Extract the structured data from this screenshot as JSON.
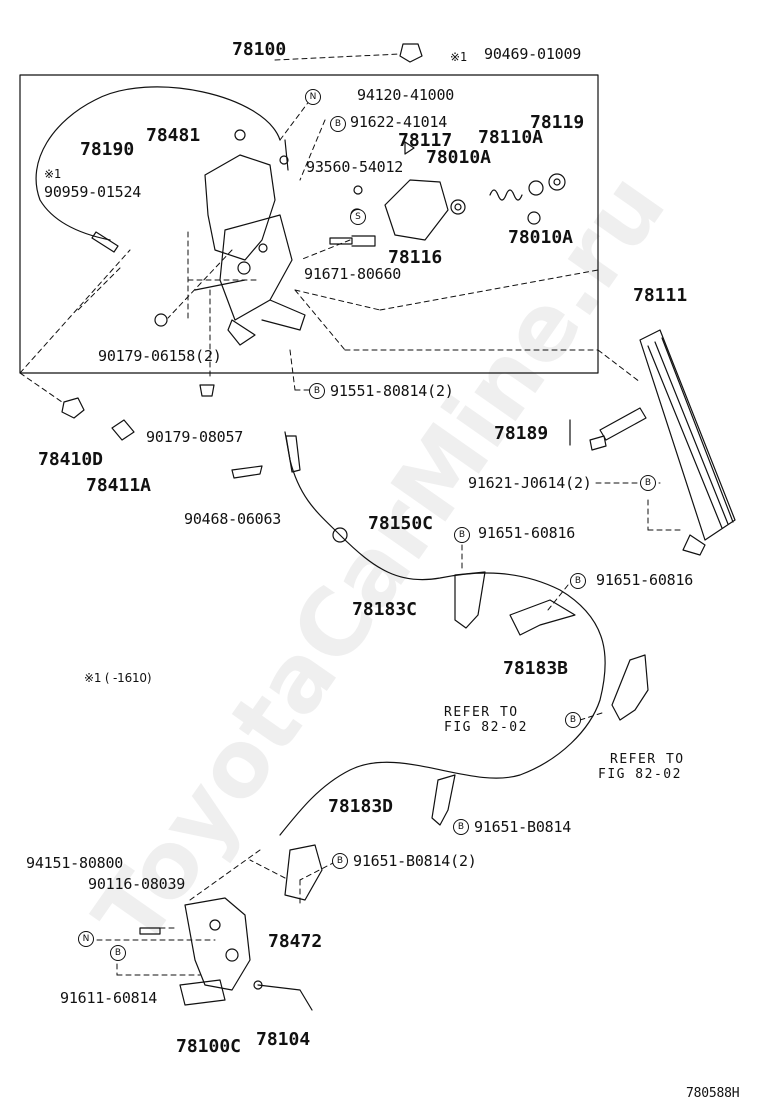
{
  "watermark": "ToyotaCarMine.ru",
  "figure_code": "780588H",
  "note": "※1 (      -1610)",
  "markers": {
    "bolt": "B",
    "nut": "N",
    "screw": "S"
  },
  "labels": {
    "main_assembly": "78100",
    "clip_mark": "※1",
    "clip": "90469-01009",
    "nut_top": "94120-41000",
    "bolt_top": "91622-41014",
    "part_78117": "78117",
    "part_78110A": "78110A",
    "part_78119": "78119",
    "part_78481": "78481",
    "part_78190": "78190",
    "bolt_93560": "93560-54012",
    "part_78010A_top": "78010A",
    "clip2_mark": "※1",
    "clip2": "90959-01524",
    "part_78116": "78116",
    "part_78010A_bottom": "78010A",
    "bolt_91671": "91671-80660",
    "part_78111": "78111",
    "cushion_90179_a": "90179-06158(2)",
    "bolt_91551": "91551-80814(2)",
    "part_78410D": "78410D",
    "part_78411A": "78411A",
    "cushion_90179_b": "90179-08057",
    "part_78189": "78189",
    "bolt_91621": "91621-J0614(2)",
    "clamp_90468": "90468-06063",
    "cable_78150C": "78150C",
    "bolt_91651_a": "91651-60816",
    "bolt_91651_b": "91651-60816",
    "bracket_78183C": "78183C",
    "bracket_78183B": "78183B",
    "refer_left_1": "REFER TO",
    "refer_left_2": "FIG 82-02",
    "refer_right_1": "REFER TO",
    "refer_right_2": "FIG 82-02",
    "bracket_78183D": "78183D",
    "bolt_91651_B0814": "91651-B0814",
    "nut_94151": "94151-80800",
    "pin_90116": "90116-08039",
    "bolt_91651_B0814_2": "91651-B0814(2)",
    "bracket_78472": "78472",
    "bolt_91611": "91611-60814",
    "actuator_78100C": "78100C",
    "rod_78104": "78104"
  }
}
